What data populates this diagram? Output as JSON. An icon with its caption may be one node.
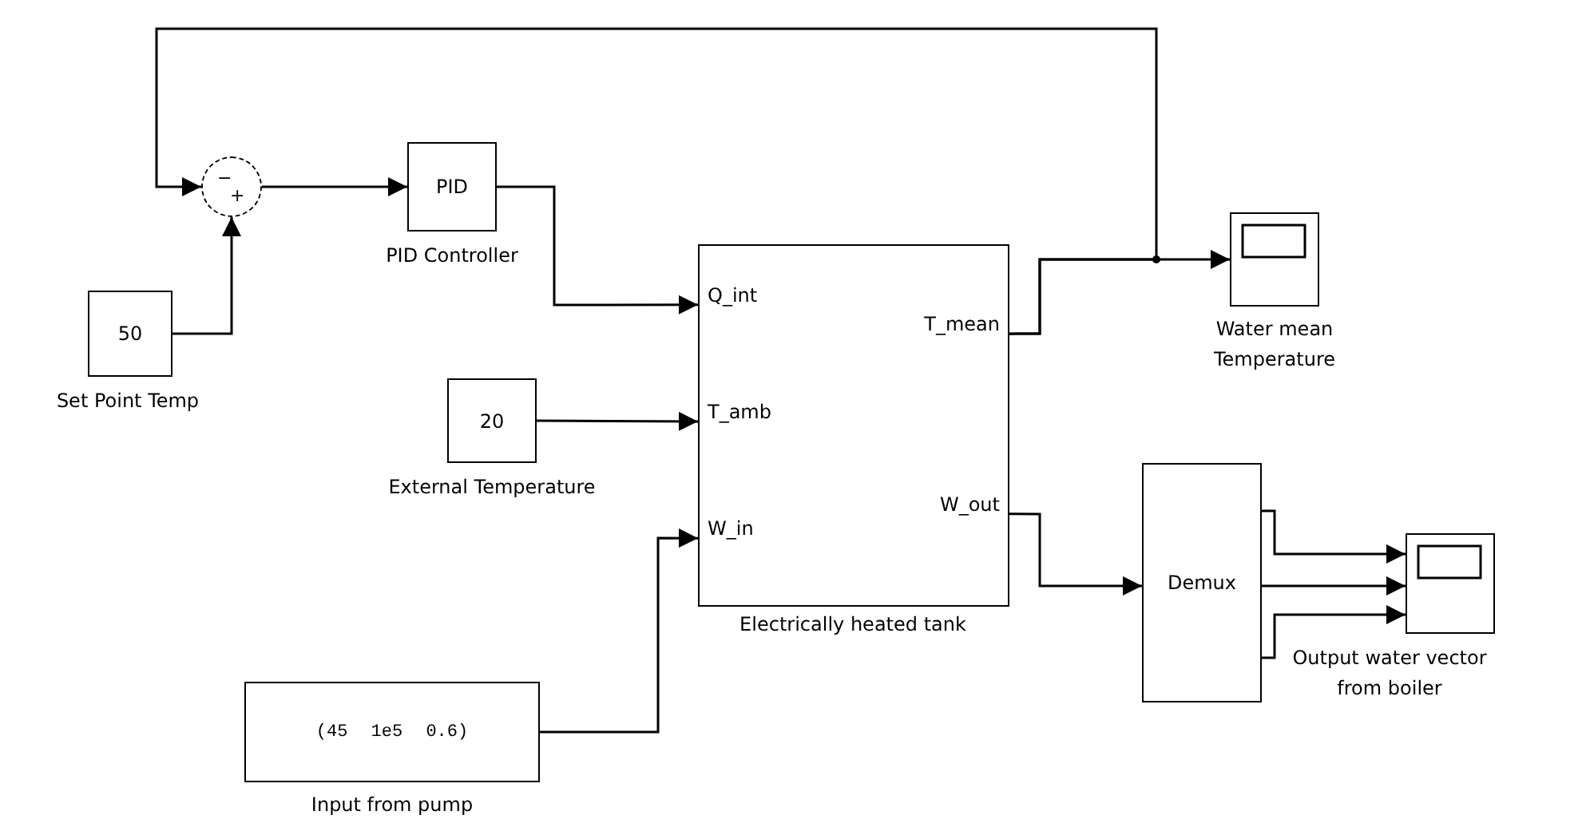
{
  "diagram": {
    "nodes": [
      {
        "text": [
          "−",
          "+"
        ]
      },
      {
        "text": [
          "PID"
        ],
        "beside": [
          "PID Controller"
        ]
      },
      {
        "text": [
          "50"
        ],
        "beside": [
          "Set Point Temp"
        ]
      },
      {
        "text": [
          "Q_int",
          "T_amb",
          "W_in",
          "T_mean",
          "W_out"
        ],
        "beside": [
          "Electrically heated tank"
        ]
      },
      {
        "text": [
          "20"
        ],
        "beside": [
          "External Temperature"
        ]
      },
      {
        "text": [],
        "shape": "box",
        "beside": [
          "Water mean Temperature"
        ]
      },
      {
        "text": [
          "Demux"
        ]
      },
      {
        "text": [],
        "shape": "box",
        "beside": [
          "Output water vector from boiler"
        ]
      },
      {
        "text": [
          "(45 1e5 0.6)"
        ],
        "beside": [
          "Input from pump"
        ]
      }
    ],
    "edges": [
      {
        "from": 0,
        "to": 1,
        "arrow": "to"
      },
      {
        "from": 2,
        "to": 0,
        "arrow": "to"
      },
      {
        "from": 1,
        "to": 3,
        "arrow": "to"
      },
      {
        "from": 4,
        "to": 3,
        "arrow": "to"
      },
      {
        "from": 8,
        "to": 3,
        "arrow": "to"
      },
      {
        "from": 3,
        "to": 5,
        "arrow": "to"
      },
      {
        "from": 3,
        "to": 0,
        "arrow": "to"
      },
      {
        "from": 3,
        "to": 6,
        "arrow": "to"
      },
      {
        "from": 6,
        "to": 7,
        "arrow": "to"
      },
      {
        "from": 6,
        "to": 7,
        "arrow": "to"
      },
      {
        "from": 6,
        "to": 7,
        "arrow": "to"
      }
    ]
  }
}
